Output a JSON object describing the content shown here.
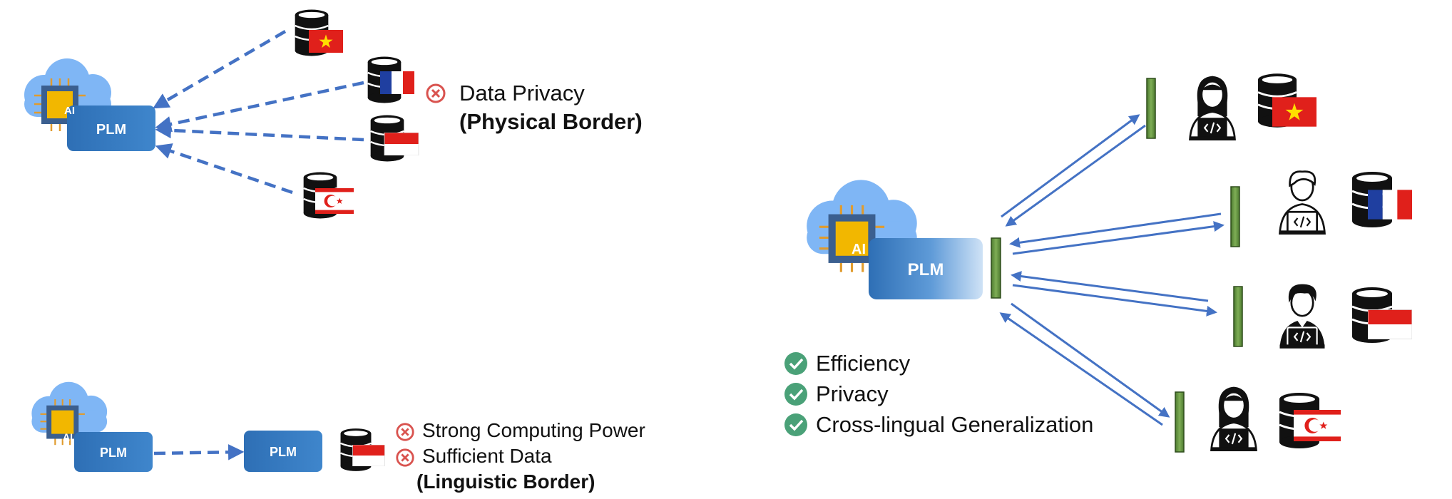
{
  "panels": {
    "top_left": {
      "model_label": "PLM",
      "chip_label": "AI",
      "issues": [
        "Data Privacy",
        "(Physical Border)"
      ]
    },
    "bottom_left": {
      "source_model_label": "PLM",
      "target_model_label": "PLM",
      "chip_label": "AI",
      "issues": [
        "Strong Computing Power",
        "Sufficient Data"
      ],
      "border_note": "(Linguistic Border)"
    },
    "right": {
      "model_label": "PLM",
      "chip_label": "AI",
      "benefits": [
        "Efficiency",
        "Privacy",
        "Cross-lingual Generalization"
      ]
    }
  },
  "colors": {
    "arrow_blue": "#4472c4",
    "model_blue": "#2e75b6",
    "cloud_blue": "#7fb6f5",
    "chip_gold": "#f2b700",
    "adapter_green": "#5a8a3a",
    "check_green": "#4aa178",
    "cross_red": "#d9534f"
  },
  "icons": [
    "cloud-icon",
    "chip-icon",
    "database-icon",
    "flag-vietnam-icon",
    "flag-france-icon",
    "flag-indonesia-icon",
    "flag-turkey-icon",
    "developer-icon",
    "cross-circle-icon",
    "check-circle-icon"
  ]
}
